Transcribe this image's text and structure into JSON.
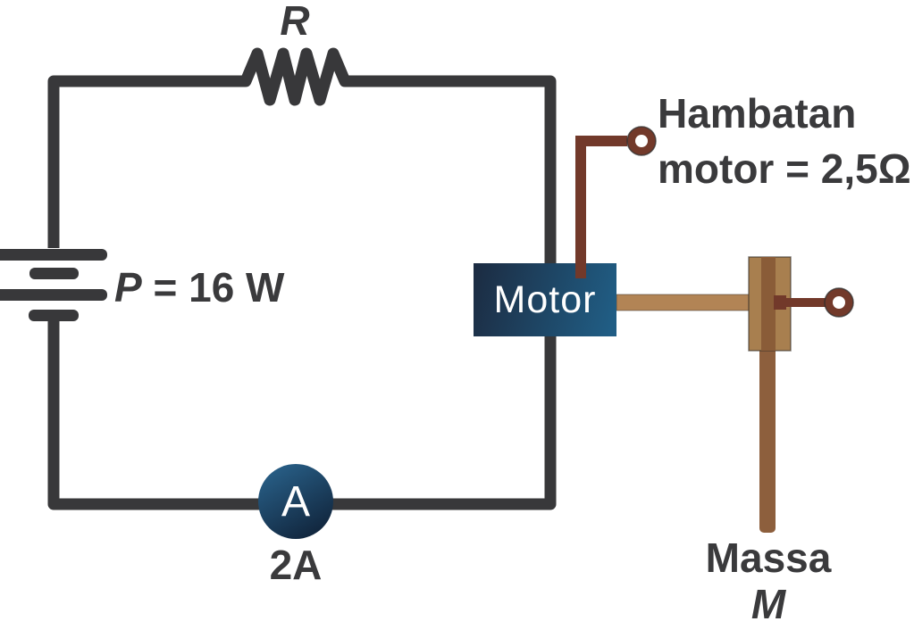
{
  "diagram": {
    "type": "electric-motor-circuit",
    "background": "#ffffff",
    "colors": {
      "wire": "#38383a",
      "text": "#3a3a3c",
      "maroon": "#72392a",
      "terminal_inner": "#ffffff",
      "shaft_tan": "#b28455",
      "drum_tan": "#a87f4f",
      "drum_stripe": "#8a5c38",
      "rope_brown": "#8d5f3d",
      "motor_gradient_start": "#1c2b41",
      "motor_gradient_end": "#205d84",
      "ammeter_gradient_start": "#2b6690",
      "ammeter_gradient_end": "#122840"
    },
    "labels": {
      "resistor": "R",
      "power_symbol": "P",
      "power_value": "= 16 W",
      "motor": "Motor",
      "motor_resistance_line1": "Hambatan",
      "motor_resistance_line2": "motor = 2,5Ω",
      "ammeter": "A",
      "current": "2A",
      "mass_line1": "Massa",
      "mass_line2": "M"
    }
  }
}
